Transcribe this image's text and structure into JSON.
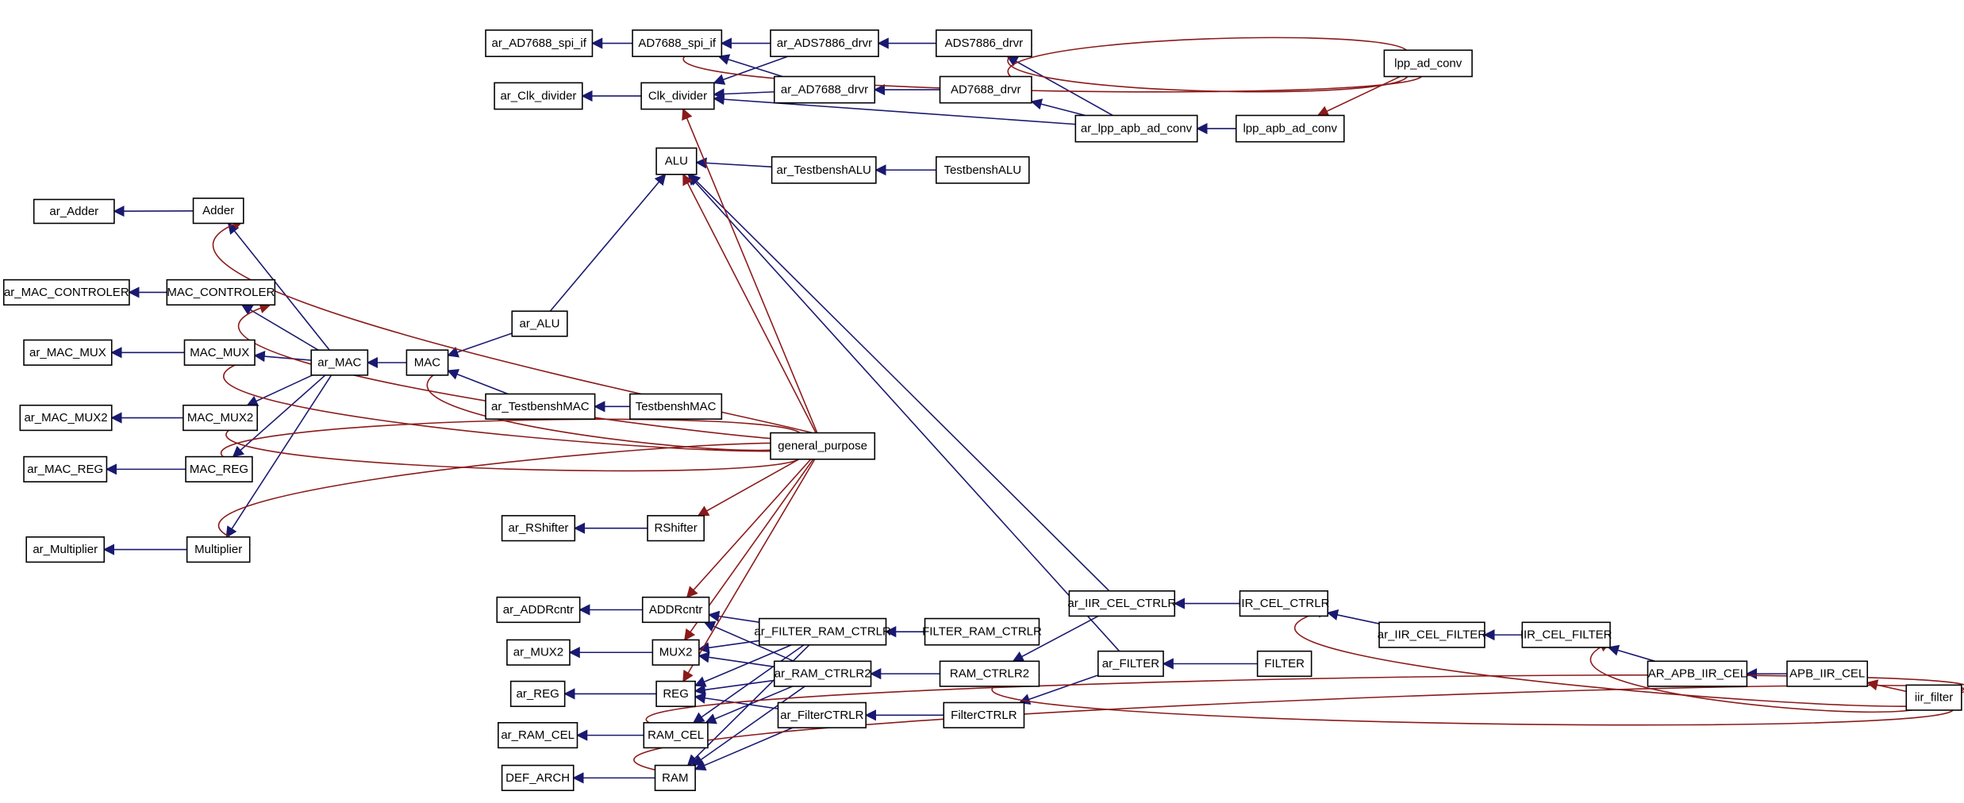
{
  "colors": {
    "uses_edge": "#191970",
    "instance_edge": "#8b1a1a",
    "node_border": "#000000",
    "node_fill": "#ffffff"
  },
  "nodes": {
    "ar_AD7688_spi_if": "ar_AD7688_spi_if",
    "AD7688_spi_if": "AD7688_spi_if",
    "ar_ADS7886_drvr": "ar_ADS7886_drvr",
    "ADS7886_drvr": "ADS7886_drvr",
    "lpp_ad_conv": "lpp_ad_conv",
    "ar_Clk_divider": "ar_Clk_divider",
    "Clk_divider": "Clk_divider",
    "ar_AD7688_drvr": "ar_AD7688_drvr",
    "AD7688_drvr": "AD7688_drvr",
    "ar_lpp_apb_ad_conv": "ar_lpp_apb_ad_conv",
    "lpp_apb_ad_conv": "lpp_apb_ad_conv",
    "ALU": "ALU",
    "ar_TestbenshALU": "ar_TestbenshALU",
    "TestbenshALU": "TestbenshALU",
    "ar_Adder": "ar_Adder",
    "Adder": "Adder",
    "ar_MAC_CONTROLER": "ar_MAC_CONTROLER",
    "MAC_CONTROLER": "MAC_CONTROLER",
    "ar_ALU": "ar_ALU",
    "ar_MAC_MUX": "ar_MAC_MUX",
    "MAC_MUX": "MAC_MUX",
    "ar_MAC": "ar_MAC",
    "MAC": "MAC",
    "ar_TestbenshMAC": "ar_TestbenshMAC",
    "TestbenshMAC": "TestbenshMAC",
    "ar_MAC_MUX2": "ar_MAC_MUX2",
    "MAC_MUX2": "MAC_MUX2",
    "general_purpose": "general_purpose",
    "ar_MAC_REG": "ar_MAC_REG",
    "MAC_REG": "MAC_REG",
    "ar_RShifter": "ar_RShifter",
    "RShifter": "RShifter",
    "ar_Multiplier": "ar_Multiplier",
    "Multiplier": "Multiplier",
    "ar_ADDRcntr": "ar_ADDRcntr",
    "ADDRcntr": "ADDRcntr",
    "ar_FILTER_RAM_CTRLR": "ar_FILTER_RAM_CTRLR",
    "FILTER_RAM_CTRLR": "FILTER_RAM_CTRLR",
    "ar_IIR_CEL_CTRLR": "ar_IIR_CEL_CTRLR",
    "IIR_CEL_CTRLR": "IIR_CEL_CTRLR",
    "ar_MUX2": "ar_MUX2",
    "MUX2": "MUX2",
    "ar_IIR_CEL_FILTER": "ar_IIR_CEL_FILTER",
    "IIR_CEL_FILTER": "IIR_CEL_FILTER",
    "ar_FILTER": "ar_FILTER",
    "FILTER": "FILTER",
    "ar_RAM_CTRLR2": "ar_RAM_CTRLR2",
    "RAM_CTRLR2": "RAM_CTRLR2",
    "ar_REG": "ar_REG",
    "REG": "REG",
    "AR_APB_IIR_CEL": "AR_APB_IIR_CEL",
    "APB_IIR_CEL": "APB_IIR_CEL",
    "iir_filter": "iir_filter",
    "ar_FilterCTRLR": "ar_FilterCTRLR",
    "FilterCTRLR": "FilterCTRLR",
    "ar_RAM_CEL": "ar_RAM_CEL",
    "RAM_CEL": "RAM_CEL",
    "DEF_ARCH": "DEF_ARCH",
    "RAM": "RAM"
  },
  "uses_edges": [
    [
      "AD7688_spi_if",
      "ar_AD7688_spi_if"
    ],
    [
      "ar_ADS7886_drvr",
      "AD7688_spi_if"
    ],
    [
      "ar_AD7688_drvr",
      "AD7688_spi_if"
    ],
    [
      "ADS7886_drvr",
      "ar_ADS7886_drvr"
    ],
    [
      "ar_ADS7886_drvr",
      "Clk_divider"
    ],
    [
      "ar_AD7688_drvr",
      "Clk_divider"
    ],
    [
      "AD7688_drvr",
      "ar_AD7688_drvr"
    ],
    [
      "ar_lpp_apb_ad_conv",
      "Clk_divider"
    ],
    [
      "ar_lpp_apb_ad_conv",
      "ADS7886_drvr"
    ],
    [
      "ar_lpp_apb_ad_conv",
      "AD7688_drvr"
    ],
    [
      "lpp_apb_ad_conv",
      "ar_lpp_apb_ad_conv"
    ],
    [
      "Clk_divider",
      "ar_Clk_divider"
    ],
    [
      "ar_TestbenshALU",
      "ALU"
    ],
    [
      "TestbenshALU",
      "ar_TestbenshALU"
    ],
    [
      "ar_ALU",
      "ALU"
    ],
    [
      "ar_IIR_CEL_CTRLR",
      "ALU"
    ],
    [
      "ar_FILTER",
      "ALU"
    ],
    [
      "Adder",
      "ar_Adder"
    ],
    [
      "ar_MAC",
      "Adder"
    ],
    [
      "ar_MAC",
      "MAC_CONTROLER"
    ],
    [
      "ar_MAC",
      "MAC_MUX"
    ],
    [
      "ar_MAC",
      "MAC_MUX2"
    ],
    [
      "ar_MAC",
      "MAC_REG"
    ],
    [
      "ar_MAC",
      "Multiplier"
    ],
    [
      "MAC_CONTROLER",
      "ar_MAC_CONTROLER"
    ],
    [
      "MAC_MUX",
      "ar_MAC_MUX"
    ],
    [
      "MAC_MUX2",
      "ar_MAC_MUX2"
    ],
    [
      "MAC_REG",
      "ar_MAC_REG"
    ],
    [
      "Multiplier",
      "ar_Multiplier"
    ],
    [
      "MAC",
      "ar_MAC"
    ],
    [
      "ar_ALU",
      "MAC"
    ],
    [
      "ar_TestbenshMAC",
      "MAC"
    ],
    [
      "TestbenshMAC",
      "ar_TestbenshMAC"
    ],
    [
      "RShifter",
      "ar_RShifter"
    ],
    [
      "ADDRcntr",
      "ar_ADDRcntr"
    ],
    [
      "MUX2",
      "ar_MUX2"
    ],
    [
      "REG",
      "ar_REG"
    ],
    [
      "RAM_CEL",
      "ar_RAM_CEL"
    ],
    [
      "RAM",
      "DEF_ARCH"
    ],
    [
      "ar_FILTER_RAM_CTRLR",
      "ADDRcntr"
    ],
    [
      "ar_FILTER_RAM_CTRLR",
      "MUX2"
    ],
    [
      "ar_FILTER_RAM_CTRLR",
      "REG"
    ],
    [
      "ar_FILTER_RAM_CTRLR",
      "RAM_CEL"
    ],
    [
      "ar_FILTER_RAM_CTRLR",
      "RAM"
    ],
    [
      "ar_RAM_CTRLR2",
      "ADDRcntr"
    ],
    [
      "ar_RAM_CTRLR2",
      "MUX2"
    ],
    [
      "ar_RAM_CTRLR2",
      "REG"
    ],
    [
      "ar_RAM_CTRLR2",
      "RAM_CEL"
    ],
    [
      "ar_RAM_CTRLR2",
      "RAM"
    ],
    [
      "ar_FilterCTRLR",
      "REG"
    ],
    [
      "ar_FilterCTRLR",
      "RAM"
    ],
    [
      "ar_IIR_CEL_CTRLR",
      "RAM_CTRLR2"
    ],
    [
      "ar_FILTER",
      "FilterCTRLR"
    ],
    [
      "FILTER_RAM_CTRLR",
      "ar_FILTER_RAM_CTRLR"
    ],
    [
      "RAM_CTRLR2",
      "ar_RAM_CTRLR2"
    ],
    [
      "FilterCTRLR",
      "ar_FilterCTRLR"
    ],
    [
      "IIR_CEL_CTRLR",
      "ar_IIR_CEL_CTRLR"
    ],
    [
      "ar_IIR_CEL_FILTER",
      "IIR_CEL_CTRLR"
    ],
    [
      "IIR_CEL_FILTER",
      "ar_IIR_CEL_FILTER"
    ],
    [
      "AR_APB_IIR_CEL",
      "IIR_CEL_FILTER"
    ],
    [
      "APB_IIR_CEL",
      "AR_APB_IIR_CEL"
    ],
    [
      "FILTER",
      "ar_FILTER"
    ]
  ],
  "instance_edges": [
    [
      "lpp_ad_conv",
      "AD7688_spi_if"
    ],
    [
      "lpp_ad_conv",
      "ADS7886_drvr"
    ],
    [
      "lpp_ad_conv",
      "AD7688_drvr"
    ],
    [
      "lpp_ad_conv",
      "lpp_apb_ad_conv"
    ],
    [
      "general_purpose",
      "Clk_divider"
    ],
    [
      "general_purpose",
      "ALU"
    ],
    [
      "general_purpose",
      "Adder"
    ],
    [
      "general_purpose",
      "MAC_CONTROLER"
    ],
    [
      "general_purpose",
      "MAC_MUX"
    ],
    [
      "general_purpose",
      "MAC"
    ],
    [
      "general_purpose",
      "MAC_MUX2"
    ],
    [
      "general_purpose",
      "MAC_REG"
    ],
    [
      "general_purpose",
      "RShifter"
    ],
    [
      "general_purpose",
      "Multiplier"
    ],
    [
      "general_purpose",
      "ADDRcntr"
    ],
    [
      "general_purpose",
      "MUX2"
    ],
    [
      "general_purpose",
      "REG"
    ],
    [
      "iir_filter",
      "IIR_CEL_CTRLR"
    ],
    [
      "iir_filter",
      "IIR_CEL_FILTER"
    ],
    [
      "iir_filter",
      "APB_IIR_CEL"
    ],
    [
      "iir_filter",
      "RAM_CTRLR2"
    ],
    [
      "iir_filter",
      "RAM_CEL"
    ],
    [
      "iir_filter",
      "RAM"
    ]
  ]
}
